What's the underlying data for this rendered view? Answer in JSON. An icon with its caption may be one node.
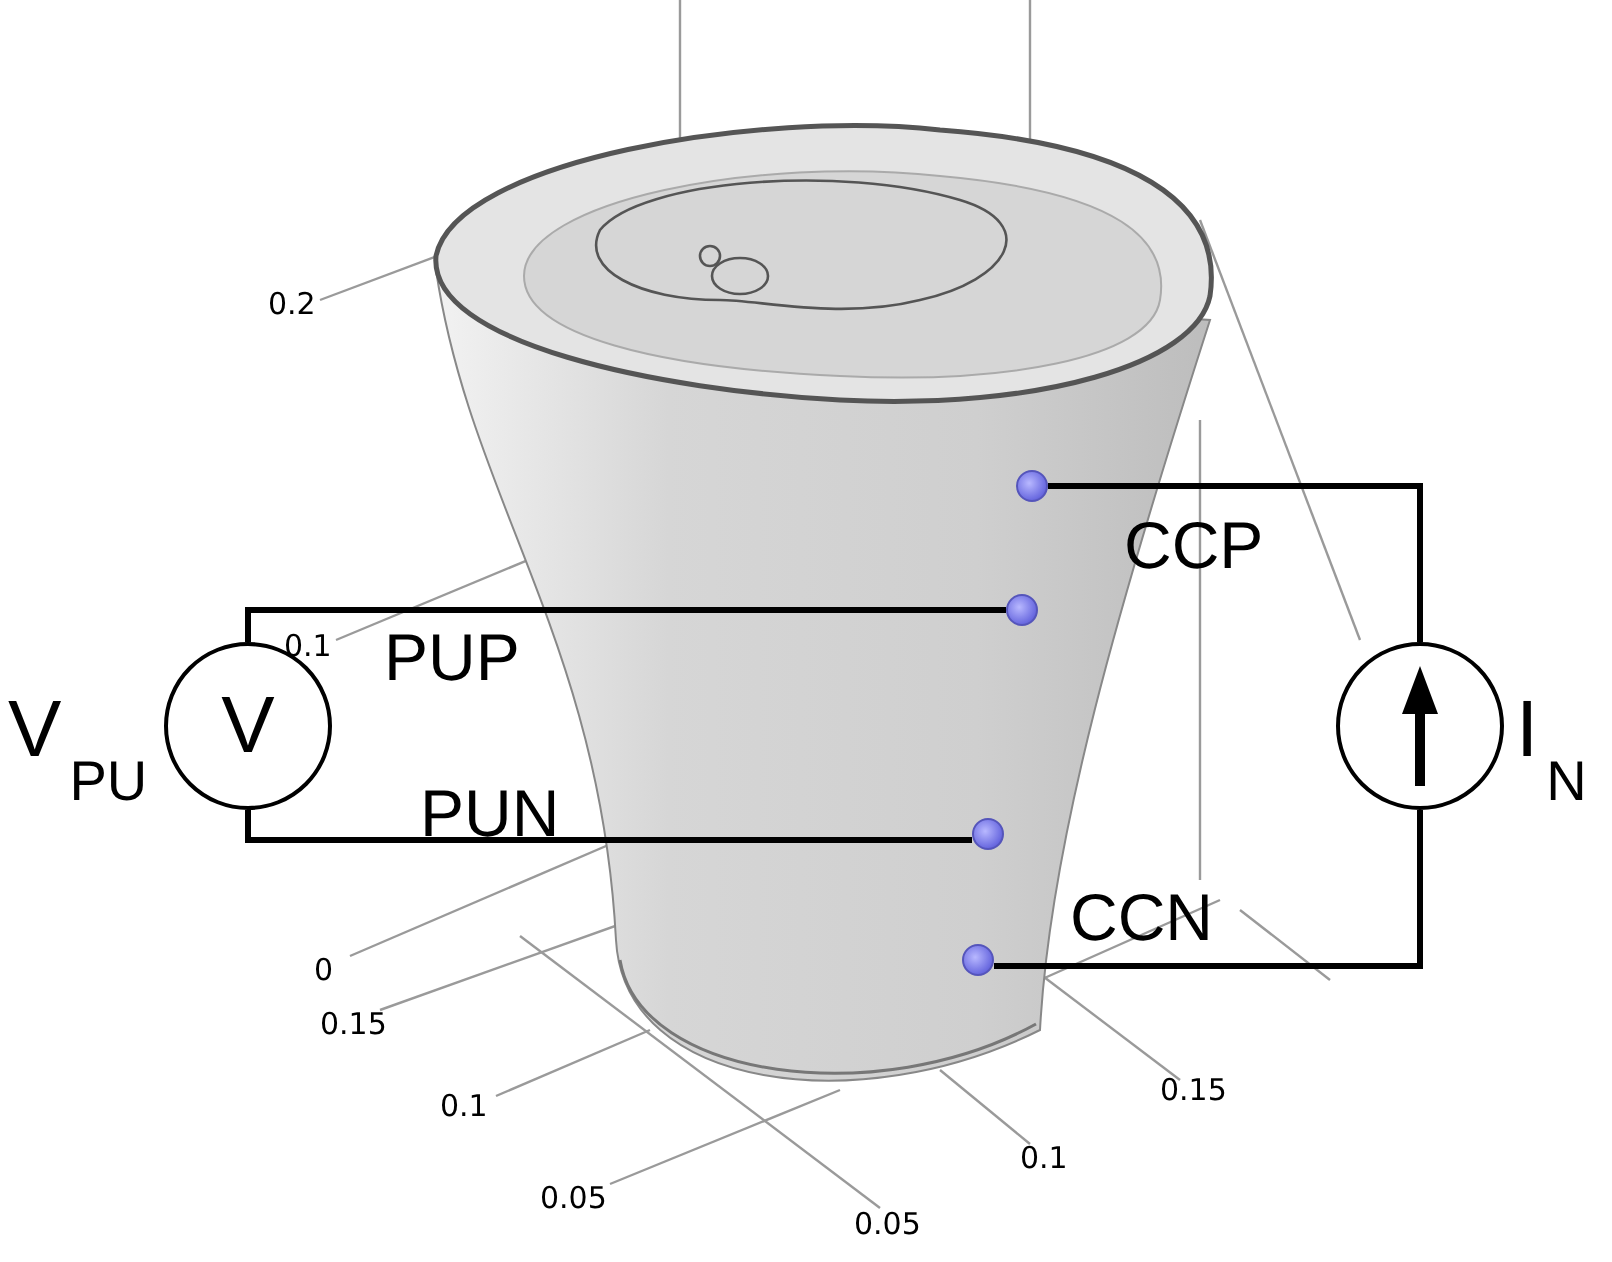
{
  "diagram": {
    "nodes": [
      {
        "text": [],
        "shape": "circle"
      },
      {
        "text": [],
        "shape": "circle"
      },
      {
        "text": [
          "V"
        ],
        "beside": [
          "V$_{PU}$"
        ]
      },
      {
        "text": [],
        "shape": "circle",
        "beside": [
          "I$_{N}$"
        ]
      },
      {
        "text": [],
        "shape": "circle"
      },
      {
        "text": [],
        "shape": "circle"
      }
    ],
    "edges": [
      {
        "from": 2,
        "to": 1,
        "arrow": "none"
      },
      {
        "from": 2,
        "to": 4,
        "arrow": "none"
      },
      {
        "from": 3,
        "to": 0,
        "arrow": "none"
      },
      {
        "from": 3,
        "to": 5,
        "arrow": "none"
      }
    ],
    "labels": [
      "0.2",
      "0.1",
      "PUP",
      "CCP",
      "PUN",
      "CCN",
      "0",
      "0.15",
      "0.1",
      "0.05",
      "0.05",
      "0.1",
      "0.15"
    ]
  }
}
